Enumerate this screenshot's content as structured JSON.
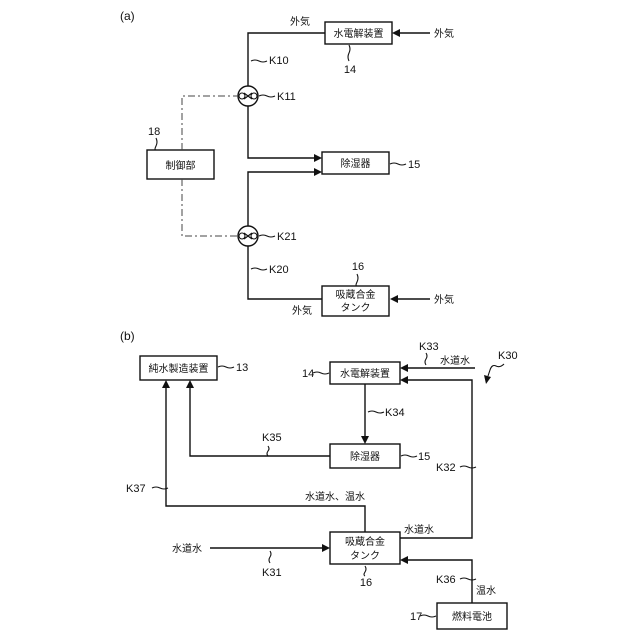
{
  "panel_a": {
    "label": "(a)",
    "electrolyzer": {
      "name": "水電解装置",
      "ref": "14"
    },
    "dehumidifier": {
      "name": "除湿器",
      "ref": "15"
    },
    "tank": {
      "line1": "吸蔵合金",
      "line2": "タンク",
      "ref": "16"
    },
    "controller": {
      "name": "制御部",
      "ref": "18"
    },
    "pipes": {
      "k10": "K10",
      "k11": "K11",
      "k20": "K20",
      "k21": "K21"
    },
    "outside_air": "外気"
  },
  "panel_b": {
    "label": "(b)",
    "pure_water": {
      "name": "純水製造装置",
      "ref": "13"
    },
    "electrolyzer": {
      "name": "水電解装置",
      "ref": "14"
    },
    "dehumidifier": {
      "name": "除湿器",
      "ref": "15"
    },
    "tank": {
      "line1": "吸蔵合金",
      "line2": "タンク",
      "ref": "16"
    },
    "fuel_cell": {
      "name": "燃料電池",
      "ref": "17"
    },
    "system_ref": "K30",
    "pipes": {
      "k31": "K31",
      "k32": "K32",
      "k33": "K33",
      "k34": "K34",
      "k35": "K35",
      "k36": "K36",
      "k37": "K37"
    },
    "labels": {
      "tap_water": "水道水",
      "tap_hot": "水道水、温水",
      "hot_water": "温水"
    }
  }
}
